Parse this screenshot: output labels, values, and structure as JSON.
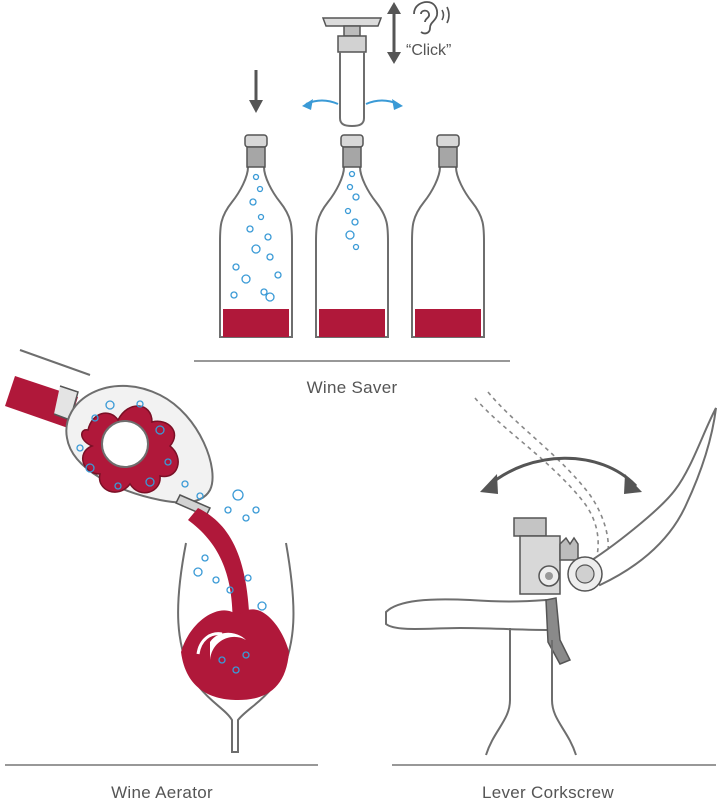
{
  "labels": {
    "wine_saver": "Wine Saver",
    "wine_aerator": "Wine Aerator",
    "lever_corkscrew": "Lever Corkscrew",
    "click": "“Click”"
  },
  "colors": {
    "wine": "#b0183a",
    "outline": "#6e6e6e",
    "bubble": "#3a9ad6",
    "arrow": "#3a9ad6",
    "dark_arrow": "#555555",
    "divider": "#777777"
  },
  "icons": {
    "push_down": "down-arrow-icon",
    "pump_motion": "up-down-arrow-icon",
    "listen": "ear-icon",
    "sound": "sound-waves-icon"
  }
}
